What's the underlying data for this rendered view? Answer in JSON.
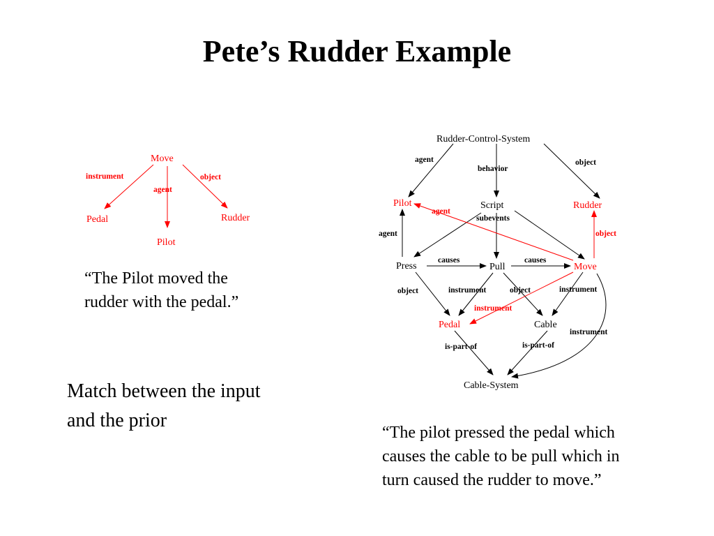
{
  "title": "Pete’s Rudder Example",
  "colors": {
    "highlight": "#ff0000",
    "default": "#000000"
  },
  "small_graph": {
    "nodes": {
      "move": "Move",
      "pedal": "Pedal",
      "pilot": "Pilot",
      "rudder": "Rudder"
    },
    "edges": {
      "instrument": "instrument",
      "agent": "agent",
      "object": "object"
    }
  },
  "caption_left": [
    "“The Pilot moved the",
    "rudder with the pedal.”"
  ],
  "match_text": [
    "Match between the input",
    "and the prior"
  ],
  "large_graph": {
    "nodes": {
      "rcs": "Rudder-Control-System",
      "pilot": "Pilot",
      "script": "Script",
      "rudder": "Rudder",
      "press": "Press",
      "pull": "Pull",
      "move": "Move",
      "pedal": "Pedal",
      "cable": "Cable",
      "cable_system": "Cable-System"
    },
    "edges": {
      "agent_rcs_pilot": "agent",
      "behavior": "behavior",
      "object_rcs_rudder": "object",
      "agent_move_pilot": "agent",
      "subevents": "subevents",
      "agent_press_pilot": "agent",
      "object_move_rudder": "object",
      "causes_press_pull": "causes",
      "causes_pull_move": "causes",
      "object_press_pedal": "object",
      "instrument_pull_pedal": "instrument",
      "object_pull_cable": "object",
      "instrument_move_cable": "instrument",
      "instrument_move_pedal": "instrument",
      "instrument_move_cablesystem": "instrument",
      "ispartof_pedal": "is-part-of",
      "ispartof_cable": "is-part-of"
    }
  },
  "caption_right": [
    "“The pilot pressed the pedal which",
    "causes the cable to be pull which in",
    "turn caused the rudder to move.”"
  ]
}
